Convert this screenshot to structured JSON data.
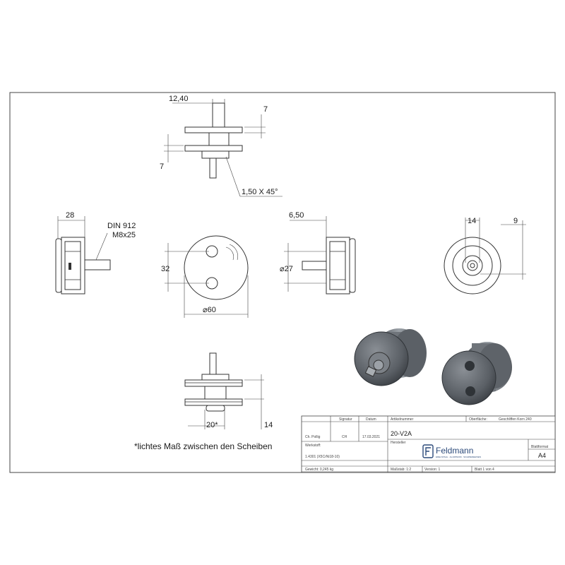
{
  "dimensions": {
    "top_width": "12,40",
    "top_right": "7",
    "top_left": "7",
    "chamfer": "1,50 X 45°",
    "left_width": "28",
    "din": "DIN 912",
    "bolt": "M8x25",
    "front_hole_spacing": "32",
    "front_diameter": "⌀60",
    "side_offset": "6,50",
    "side_diameter": "⌀27",
    "back_center": "14",
    "back_right": "9",
    "bottom_gap": "20*",
    "bottom_height": "14"
  },
  "note": "*lichtes Maß zwischen den Scheiben",
  "title_block": {
    "headers": [
      "Signatur",
      "Datum",
      "Artikelnummer",
      "Oberfläche:",
      "Geschliffen Korn 240"
    ],
    "checked_label": "Ch. Pollig",
    "signature": "CH",
    "date": "17.03.2021",
    "article_number": "20-V2A",
    "werkstoff_label": "Werkstoff:",
    "werkstoff_value": "1.4301 (X5CrNi18-10)",
    "hersteller_label": "Hersteller",
    "company": "Feldmann",
    "company_tagline": "EDELSTAHL · ALUMINIUM · SCHMIEDEEISEN",
    "format_label": "Blattformat",
    "format_value": "A4",
    "weight": "Gewicht: 0,245 kg",
    "scale": "Maßstab: 1:2",
    "version": "Version: 1",
    "sheet": "Blatt 1 von 4"
  }
}
